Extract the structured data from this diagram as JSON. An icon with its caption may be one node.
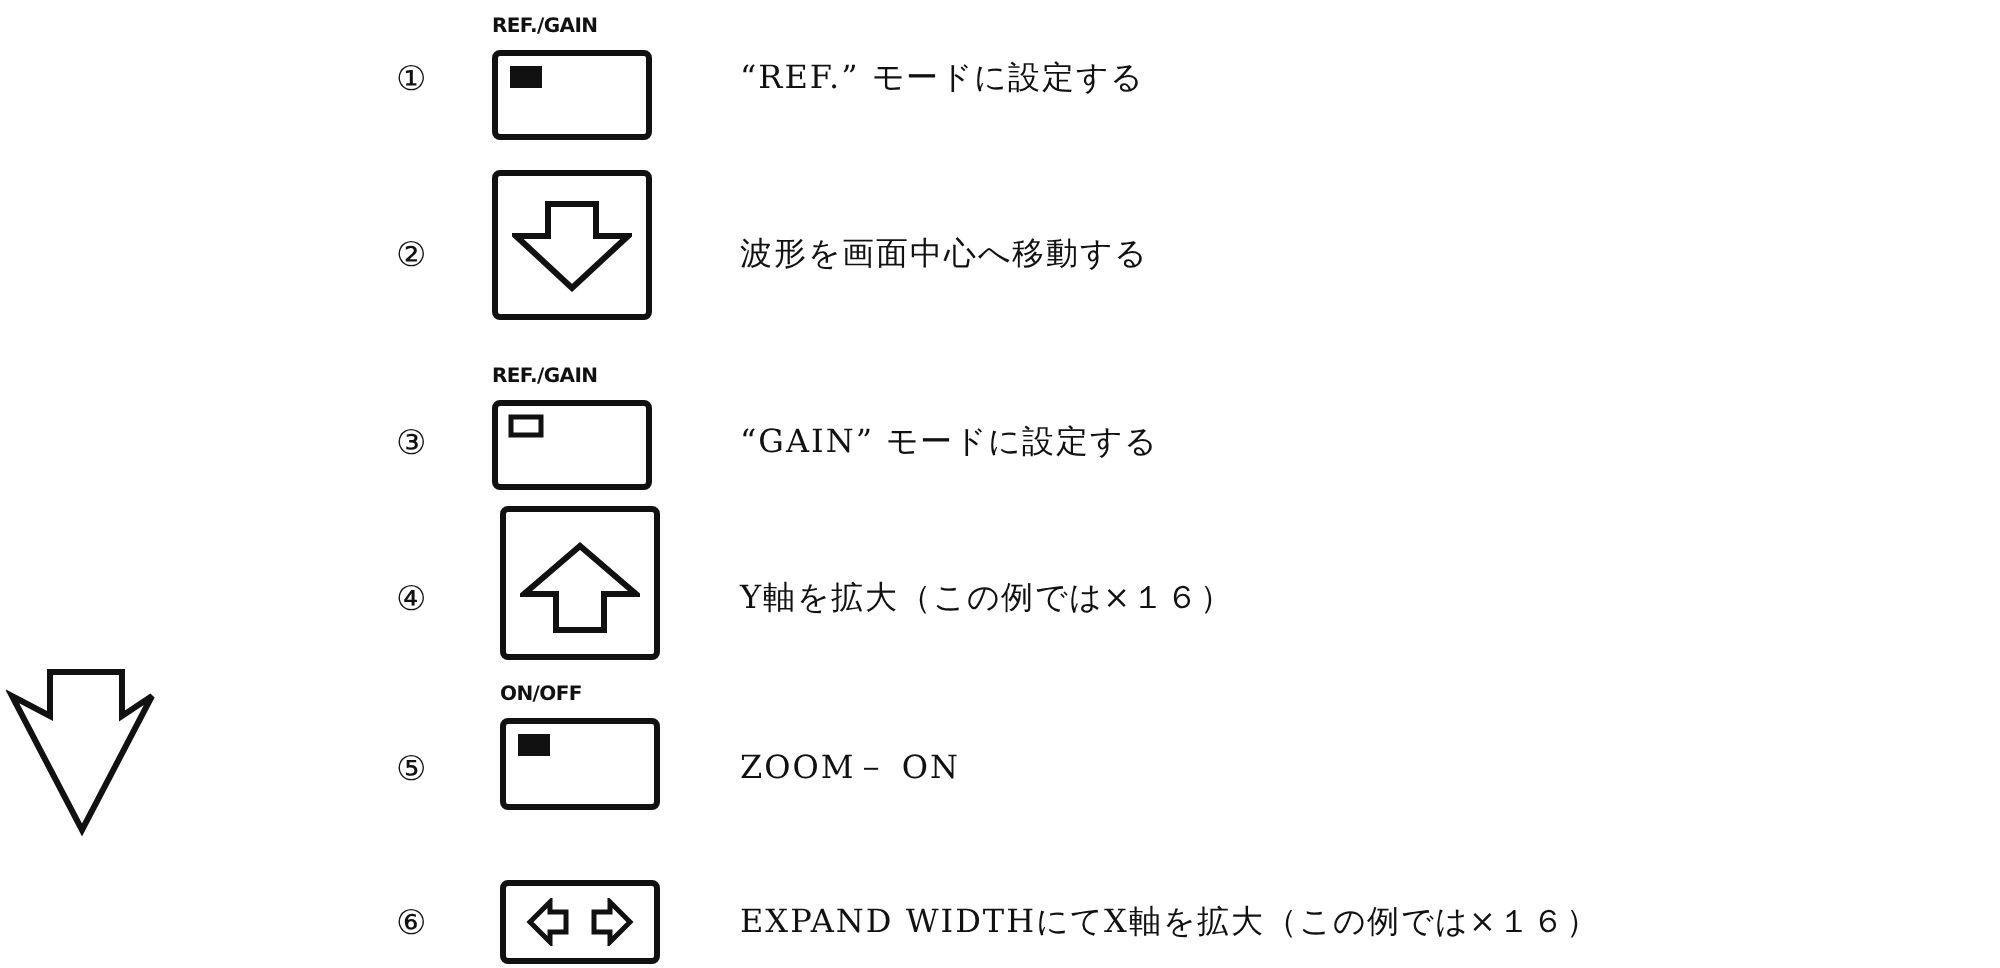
{
  "diagram": {
    "nodes": [
      {
        "text": [
          "REF./GAIN"
        ],
        "beside": [
          "①",
          "“REF.” モードに設定する"
        ]
      },
      {
        "text": [],
        "shape": "box",
        "beside": [
          "②",
          "波形を画面中心へ移動する"
        ]
      },
      {
        "text": [
          "REF./GAIN"
        ],
        "beside": [
          "③",
          "“GAIN” モードに設定する"
        ]
      },
      {
        "text": [],
        "shape": "box",
        "beside": [
          "④",
          "Y軸を拡大（この例では×１６）"
        ]
      },
      {
        "text": [
          "ON/OFF"
        ],
        "beside": [
          "⑤",
          "ZOOM－ ON"
        ]
      },
      {
        "text": [],
        "shape": "box",
        "beside": [
          "⑥",
          "EXPAND WIDTHにてX軸を拡大（この例では×１６）"
        ]
      }
    ]
  }
}
